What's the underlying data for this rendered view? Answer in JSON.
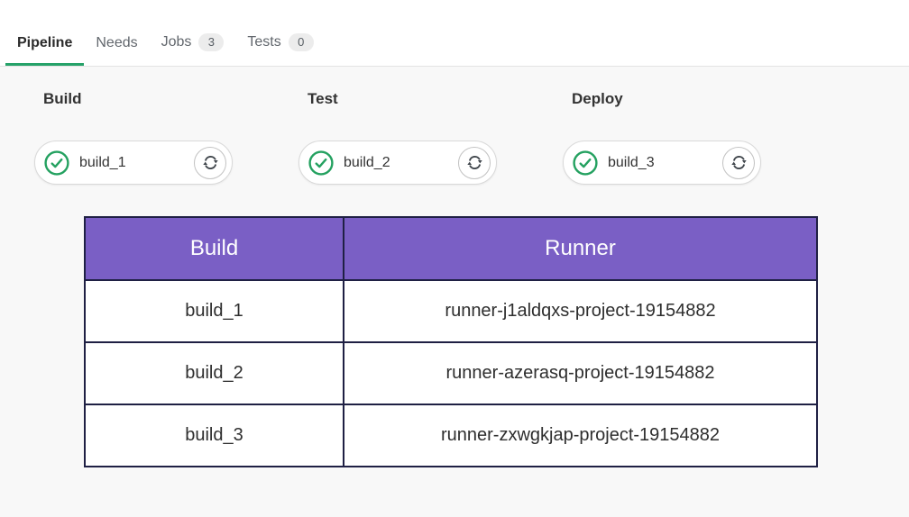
{
  "tabs": [
    {
      "label": "Pipeline",
      "active": true
    },
    {
      "label": "Needs",
      "active": false
    },
    {
      "label": "Jobs",
      "badge": "3",
      "active": false
    },
    {
      "label": "Tests",
      "badge": "0",
      "active": false
    }
  ],
  "stages": [
    {
      "title": "Build",
      "job": "build_1",
      "status": "passed"
    },
    {
      "title": "Test",
      "job": "build_2",
      "status": "passed"
    },
    {
      "title": "Deploy",
      "job": "build_3",
      "status": "passed"
    }
  ],
  "table": {
    "headers": [
      "Build",
      "Runner"
    ],
    "rows": [
      [
        "build_1",
        "runner-j1aldqxs-project-19154882"
      ],
      [
        "build_2",
        "runner-azerasq-project-19154882"
      ],
      [
        "build_3",
        "runner-zxwgkjap-project-19154882"
      ]
    ]
  },
  "icons": {
    "status": "check-circle-icon",
    "retry": "retry-icon"
  },
  "colors": {
    "accent_green": "#26a269",
    "status_green": "#24a160",
    "table_header_bg": "#7a5fc5",
    "table_border": "#1f2044",
    "page_bg": "#f8f8f8"
  }
}
